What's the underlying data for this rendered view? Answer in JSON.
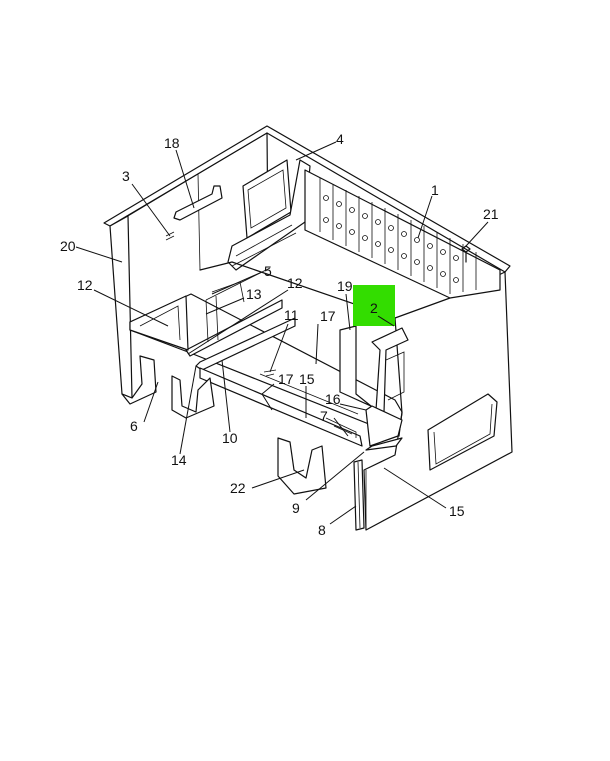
{
  "callouts": {
    "c1": "1",
    "c2": "2",
    "c3": "3",
    "c4": "4",
    "c5": "5",
    "c6": "6",
    "c7": "7",
    "c8": "8",
    "c9": "9",
    "c10": "10",
    "c11": "11",
    "c12a": "12",
    "c12b": "12",
    "c13": "13",
    "c14": "14",
    "c15a": "15",
    "c15b": "15",
    "c16": "16",
    "c17a": "17",
    "c17b": "17",
    "c18": "18",
    "c19": "19",
    "c20": "20",
    "c21": "21",
    "c22": "22"
  },
  "highlight": {
    "label": "2",
    "color": "#33dd00"
  }
}
